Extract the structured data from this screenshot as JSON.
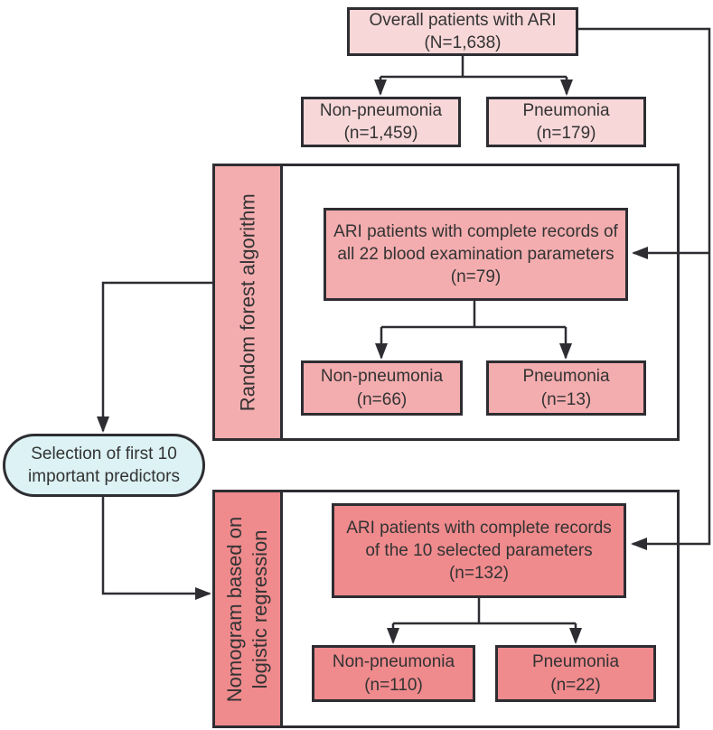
{
  "figure_title": "Patient selection flowchart for ARI pneumonia prediction study",
  "colors": {
    "light_pink": "#f8d7d8",
    "medium_pink": "#f4adaf",
    "salmon": "#ef8a8d",
    "cyan": "#dcf2f4",
    "line": "#2d2d32",
    "text": "#333333"
  },
  "nodes": {
    "overall": {
      "line1": "Overall patients with ARI",
      "line2": "(N=1,638)"
    },
    "top_non_pneumonia": {
      "line1": "Non-pneumonia",
      "line2": "(n=1,459)"
    },
    "top_pneumonia": {
      "line1": "Pneumonia",
      "line2": "(n=179)"
    },
    "rf_label": "Random forest algorithm",
    "rf_central": {
      "line1": "ARI patients with complete records of",
      "line2": "all 22 blood examination parameters",
      "line3": "(n=79)"
    },
    "rf_non_pneumonia": {
      "line1": "Non-pneumonia",
      "line2": "(n=66)"
    },
    "rf_pneumonia": {
      "line1": "Pneumonia",
      "line2": "(n=13)"
    },
    "selection": {
      "line1": "Selection of first 10",
      "line2": "important predictors"
    },
    "nomogram_label": {
      "line1": "Nomogram based on",
      "line2": "logistic regression"
    },
    "lr_central": {
      "line1": "ARI patients with complete records",
      "line2": "of the 10 selected parameters",
      "line3": "(n=132)"
    },
    "lr_non_pneumonia": {
      "line1": "Non-pneumonia",
      "line2": "(n=110)"
    },
    "lr_pneumonia": {
      "line1": "Pneumonia",
      "line2": "(n=22)"
    }
  }
}
